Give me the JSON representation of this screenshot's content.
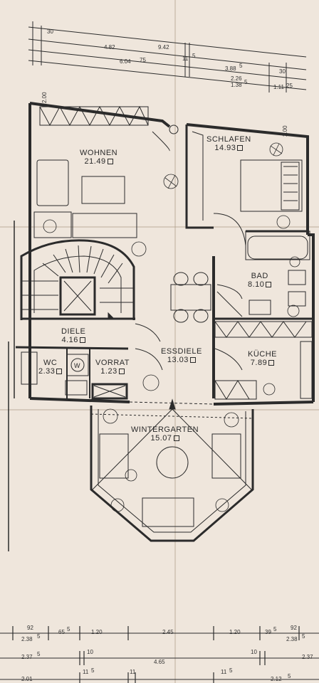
{
  "rooms": [
    {
      "id": "wohnen",
      "name": "WOHNEN",
      "area": "21.49"
    },
    {
      "id": "schlafen",
      "name": "SCHLAFEN",
      "area": "14.93"
    },
    {
      "id": "bad",
      "name": "BAD",
      "area": "8.10"
    },
    {
      "id": "diele",
      "name": "DIELE",
      "area": "4.16"
    },
    {
      "id": "essdiele",
      "name": "ESSDIELE",
      "area": "13.03"
    },
    {
      "id": "kueche",
      "name": "KÜCHE",
      "area": "7.89"
    },
    {
      "id": "wc",
      "name": "WC",
      "area": "2.33"
    },
    {
      "id": "vorrat",
      "name": "VORRAT",
      "area": "1.23"
    },
    {
      "id": "wintergarten",
      "name": "WINTERGARTEN",
      "area": "15.07"
    }
  ],
  "fixtures": {
    "boiler_label": "W"
  },
  "dimensions": {
    "top": [
      "30",
      "4.82",
      "9.42",
      "11",
      "5",
      "6.04",
      "75",
      "3.88",
      "5",
      "30",
      "2.26",
      "1.38",
      "5",
      "1.11",
      "25"
    ],
    "side_left": "2.00",
    "side_right": "2.00",
    "bottom_row1": [
      "92",
      "2.38",
      "5",
      "65",
      "5",
      "1.20",
      "2.45",
      "1.20",
      "39",
      "5",
      "92",
      "2.38",
      "5"
    ],
    "bottom_row2": [
      "2.37",
      "5",
      "10",
      "4.65",
      "10",
      "2.37"
    ],
    "bottom_row3": [
      "2.01",
      "11",
      "5",
      "11",
      "11",
      "5",
      "2.12",
      "5"
    ]
  }
}
